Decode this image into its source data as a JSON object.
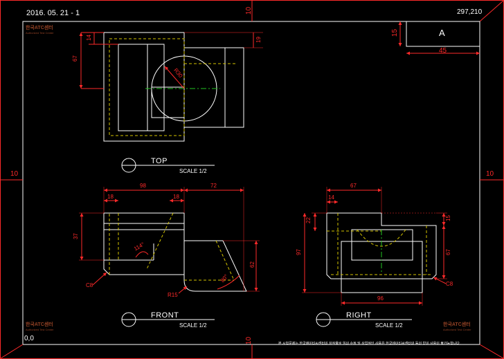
{
  "sheet": {
    "date": "2016. 05. 21 - 1",
    "size": "297,210",
    "origin": "0,0",
    "border_offset_labels": [
      "10",
      "10",
      "10",
      "10"
    ],
    "title_block": {
      "letter": "A",
      "height_dim": "15",
      "width_dim": "45"
    },
    "brand": {
      "name": "한국ATC센터",
      "subtitle": "Authorized Test Center"
    },
    "notice": "본 시험문제는 한국에이티씨센터의 저작물로 임의 수정 및 상업적인 사용은 한국에이티씨센터의 동의 없이 사용이 불가능합니다."
  },
  "views": {
    "top": {
      "title": "TOP",
      "scale": "SCALE 1/2",
      "dims": {
        "d67": "67",
        "d14": "14",
        "d19": "19",
        "r30": "R30"
      }
    },
    "front": {
      "title": "FRONT",
      "scale": "SCALE 1/2",
      "dims": {
        "d98": "98",
        "d72": "72",
        "d18a": "18",
        "d18b": "18",
        "d37": "37",
        "a114": "114°",
        "d62": "62",
        "a80": "80°",
        "c8": "C8",
        "r15": "R15"
      }
    },
    "right": {
      "title": "RIGHT",
      "scale": "SCALE 1/2",
      "dims": {
        "d67": "67",
        "d14": "14",
        "d22": "22",
        "d15": "15",
        "d97": "97",
        "d67v": "67",
        "d96": "96",
        "c8": "C8"
      }
    }
  },
  "colors": {
    "background": "#000000",
    "outline": "#ffffff",
    "dimension": "#ff2a2a",
    "hidden": "#d4c400",
    "center": "#22c422"
  }
}
